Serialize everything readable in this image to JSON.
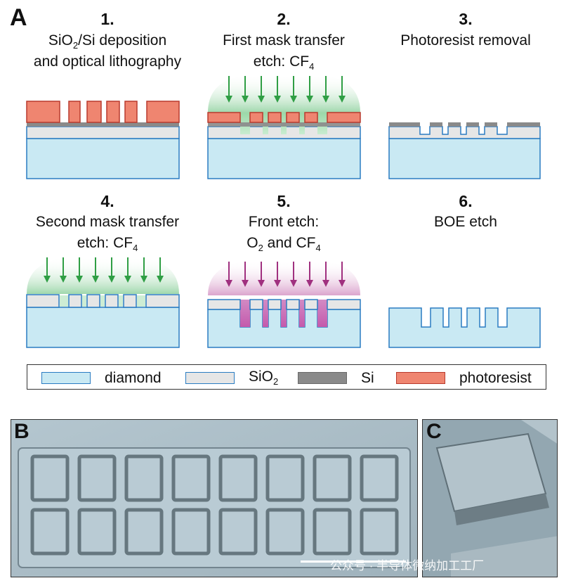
{
  "panels": {
    "a": "A",
    "b": "B",
    "c": "C"
  },
  "steps": [
    {
      "num": "1.",
      "line1_main": "SiO",
      "line1_sub": "2",
      "line1_rest": "/Si deposition",
      "line2": "and optical lithography"
    },
    {
      "num": "2.",
      "line1": "First mask transfer",
      "line2_main": "etch: CF",
      "line2_sub": "4"
    },
    {
      "num": "3.",
      "line1": "Photoresist removal"
    },
    {
      "num": "4.",
      "line1": "Second mask transfer",
      "line2_main": "etch: CF",
      "line2_sub": "4"
    },
    {
      "num": "5.",
      "line1": "Front etch:",
      "line2_a": "O",
      "line2_sub_a": "2",
      "line2_b": " and CF",
      "line2_sub_b": "4"
    },
    {
      "num": "6.",
      "line1": "BOE etch"
    }
  ],
  "legend": {
    "diamond": "diamond",
    "sio2_main": "SiO",
    "sio2_sub": "2",
    "si": "Si",
    "photoresist": "photoresist"
  },
  "colors": {
    "diamond": "#c9e9f3",
    "diamond_stroke": "#2a7cc2",
    "sio2": "#e6e6e6",
    "si": "#8a8a8a",
    "photoresist": "#ef8570",
    "photoresist_stroke": "#b93a2e",
    "cf4_arrow": "#2f9e44",
    "o2_arrow": "#a0307f",
    "sem_bg": "#a9bcc6"
  },
  "watermark": "公众号 · 半导体微纳加工工厂"
}
